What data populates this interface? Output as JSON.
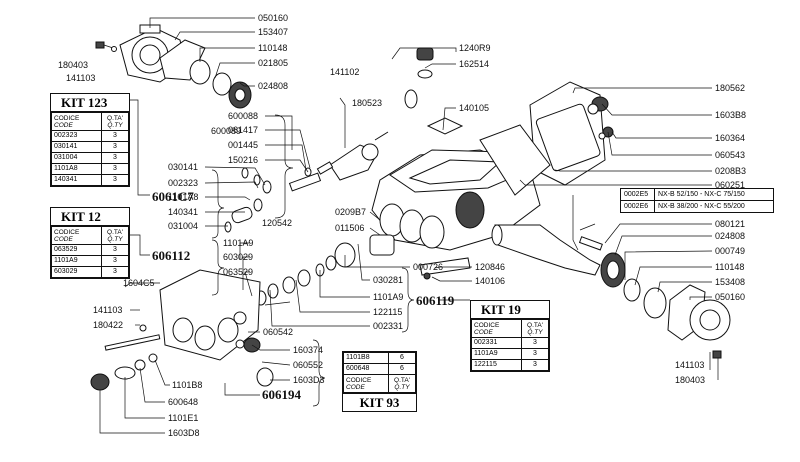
{
  "callouts": {
    "c050160a": "050160",
    "c153407": "153407",
    "c110148a": "110148",
    "c021805": "021805",
    "c024808a": "024808",
    "c180403a": "180403",
    "c141103a": "141103",
    "c141102": "141102",
    "c180523": "180523",
    "c600088": "600088",
    "c600089": "600089",
    "c061417": "061417",
    "c001445": "001445",
    "c150216": "150216",
    "c1240R9": "1240R9",
    "c162514": "162514",
    "c140105": "140105",
    "c180562": "180562",
    "c1603B8": "1603B8",
    "c160364": "160364",
    "c060543": "060543",
    "c0208B3": "0208B3",
    "c060251": "060251",
    "c030141": "030141",
    "c002323": "002323",
    "c1101A8": "1101A8",
    "c140341": "140341",
    "c120542": "120542",
    "c031004": "031004",
    "c0209B7": "0209B7",
    "c011506": "011506",
    "c080121": "080121",
    "c024808b": "024808",
    "c000749": "000749",
    "c110148b": "110148",
    "c153408": "153408",
    "c050160b": "050160",
    "c1101A9a": "1101A9",
    "c603029": "603029",
    "c063529": "063529",
    "c000726": "000726",
    "c120846": "120846",
    "c140106": "140106",
    "c030281": "030281",
    "c1101A9b": "1101A9",
    "c122115": "122115",
    "c002331": "002331",
    "c1604C5": "1604C5",
    "c141103b": "141103",
    "c180422": "180422",
    "c060542": "060542",
    "c160374": "160374",
    "c060552": "060552",
    "c1603D3": "1603D3",
    "c1101B8": "1101B8",
    "c600648": "600648",
    "c1101E1": "1101E1",
    "c1603D8": "1603D8",
    "c141103c": "141103",
    "c180403b": "180403"
  },
  "groups": {
    "g6061C7": "6061C7",
    "g606112": "606112",
    "g606119": "606119",
    "g606194": "606194"
  },
  "kit123": {
    "title": "KIT 123",
    "head_code": "CODICE",
    "head_code_en": "CODE",
    "head_qty": "Q.TA'",
    "head_qty_en": "Q.TY",
    "rows": [
      [
        "002323",
        "3"
      ],
      [
        "030141",
        "3"
      ],
      [
        "031004",
        "3"
      ],
      [
        "1101A8",
        "3"
      ],
      [
        "140341",
        "3"
      ]
    ]
  },
  "kit12": {
    "title": "KIT 12",
    "head_code": "CODICE",
    "head_code_en": "CODE",
    "head_qty": "Q.TA'",
    "head_qty_en": "Q.TY",
    "rows": [
      [
        "063529",
        "3"
      ],
      [
        "1101A9",
        "3"
      ],
      [
        "603029",
        "3"
      ]
    ]
  },
  "kit19": {
    "title": "KIT 19",
    "head_code": "CODICE",
    "head_code_en": "CODE",
    "head_qty": "Q.TA'",
    "head_qty_en": "Q.TY",
    "rows": [
      [
        "002331",
        "3"
      ],
      [
        "1101A9",
        "3"
      ],
      [
        "122115",
        "3"
      ]
    ]
  },
  "kit93": {
    "title": "KIT 93",
    "head_code": "CODICE",
    "head_code_en": "CODE",
    "head_qty": "Q.TA'",
    "head_qty_en": "Q.TY",
    "rows": [
      [
        "1101B8",
        "6"
      ],
      [
        "600648",
        "6"
      ]
    ]
  },
  "shaft_variants": [
    {
      "code": "0002E5",
      "models": "NX-B 52/150 - NX-C 75/150"
    },
    {
      "code": "0002E6",
      "models": "NX-B 38/200 - NX-C 55/200"
    }
  ]
}
